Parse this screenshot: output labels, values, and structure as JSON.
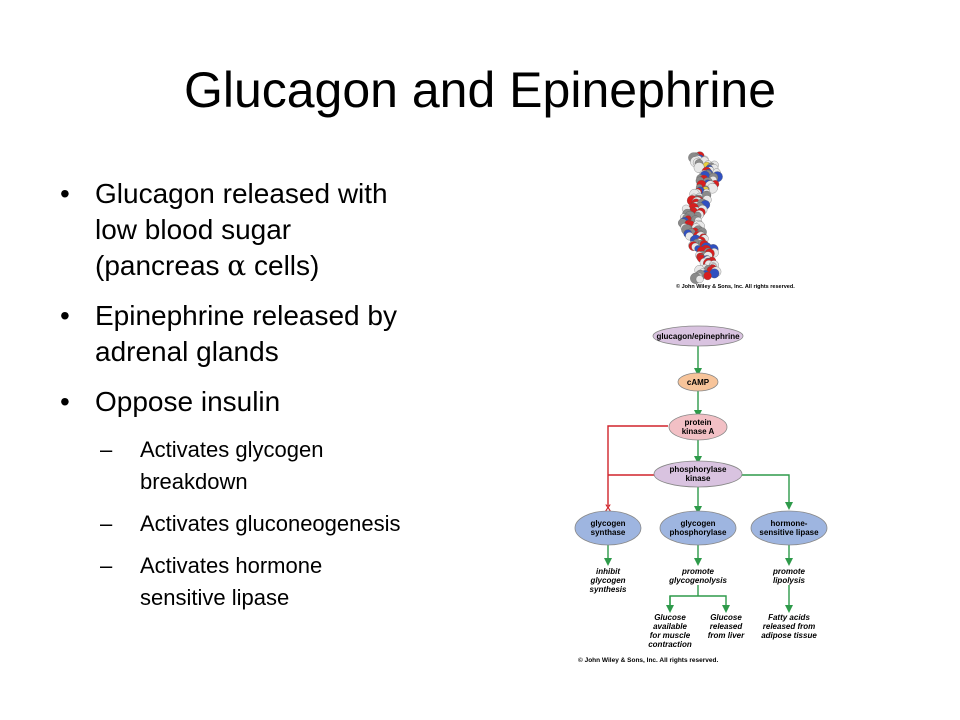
{
  "slide": {
    "title": "Glucagon and Epinephrine",
    "bullet1": {
      "line1": "Glucagon released with",
      "line2": "low blood sugar",
      "line3_pre": "(pancreas ",
      "alpha": "α",
      "line3_post": " cells)"
    },
    "bullet2": {
      "line1": "Epinephrine released by",
      "line2": "adrenal glands"
    },
    "bullet3": {
      "text": "Oppose insulin"
    },
    "subbullets": [
      {
        "line1": "Activates glycogen",
        "line2": "breakdown"
      },
      {
        "line1": "Activates gluconeogenesis",
        "line2": ""
      },
      {
        "line1": "Activates hormone",
        "line2": "sensitive lipase"
      }
    ],
    "bullet_symbol": "•",
    "dash_symbol": "–"
  },
  "molecule": {
    "copyright": "© John Wiley & Sons, Inc. All rights reserved.",
    "colors": {
      "red": "#d81e1e",
      "white": "#e8e8e8",
      "gray": "#8a8a8a",
      "blue": "#3050c0",
      "yellow": "#e8d040"
    }
  },
  "pathway": {
    "nodes": {
      "top": "glucagon/epinephrine",
      "camp": "cAMP",
      "pka_l1": "protein",
      "pka_l2": "kinase A",
      "phk_l1": "phosphorylase",
      "phk_l2": "kinase",
      "gs_l1": "glycogen",
      "gs_l2": "synthase",
      "gp_l1": "glycogen",
      "gp_l2": "phosphorylase",
      "hsl_l1": "hormone-",
      "hsl_l2": "sensitive lipase"
    },
    "effects": {
      "gs": [
        "inhibit",
        "glycogen",
        "synthesis"
      ],
      "gp": [
        "promote",
        "glycogenolysis"
      ],
      "hsl": [
        "promote",
        "lipolysis"
      ]
    },
    "outcomes": {
      "muscle": [
        "Glucose",
        "available",
        "for muscle",
        "contraction"
      ],
      "liver": [
        "Glucose",
        "released",
        "from liver"
      ],
      "fatty": [
        "Fatty acids",
        "released from",
        "adipose tissue"
      ]
    },
    "inhibit_mark": "X",
    "copyright": "© John Wiley & Sons, Inc. All rights reserved.",
    "colors": {
      "purple": "#d9c3e0",
      "orange": "#f7c49a",
      "pink": "#f2c0c5",
      "blue": "#9eb5e0",
      "green": "#2e9a4a",
      "red": "#d0242b",
      "node_border": "#888888"
    }
  }
}
